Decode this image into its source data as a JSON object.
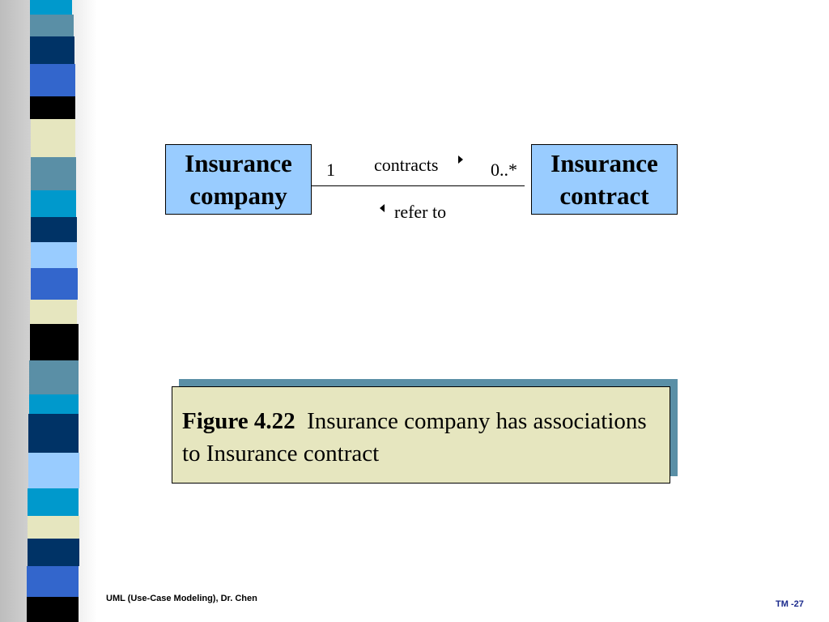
{
  "diagram": {
    "left_class": {
      "name": "Insurance\ncompany"
    },
    "right_class": {
      "name": "Insurance\ncontract"
    },
    "association": {
      "left_multiplicity": "1",
      "right_multiplicity": "0..*",
      "forward_role": "contracts",
      "reverse_role": "refer to"
    }
  },
  "caption": {
    "figure_label": "Figure 4.22",
    "text": "Insurance company has associations to Insurance contract"
  },
  "footer": {
    "left": "UML (Use-Case Modeling), Dr. Chen",
    "right": "TM -27"
  },
  "colors": {
    "class_fill": "#99ccff",
    "caption_fill": "#e6e6bf",
    "caption_shadow": "#5a8fa6",
    "footer_right": "#1a2a8c",
    "stripe_palette": [
      "#0099cc",
      "#5a8fa6",
      "#003366",
      "#3366cc",
      "#000000",
      "#e6e6bf",
      "#99ccff"
    ]
  }
}
